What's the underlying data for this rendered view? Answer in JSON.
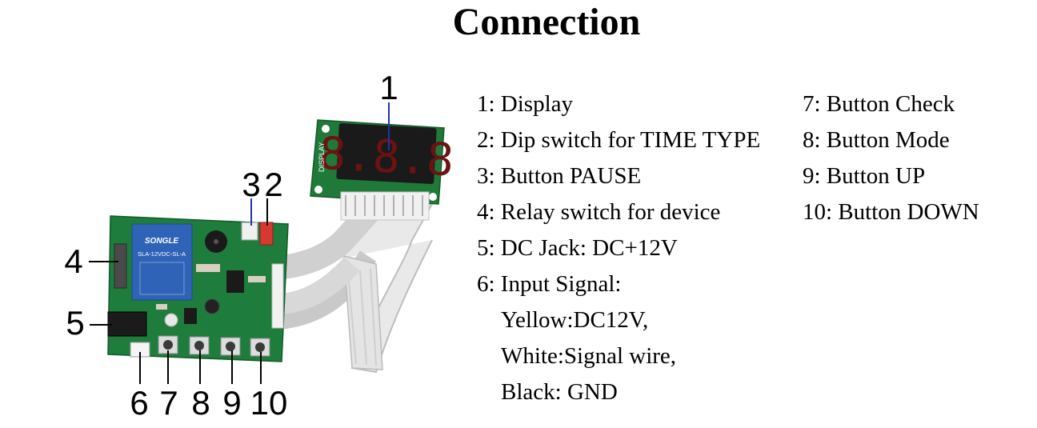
{
  "title": "Connection",
  "callouts": [
    "1",
    "2",
    "3",
    "4",
    "5",
    "6",
    "7",
    "8",
    "9",
    "10"
  ],
  "board_print": {
    "relay_brand": "SONGLE",
    "relay_model": "SLA-12VDC-SL-A",
    "display_label": "DISPLAY"
  },
  "legend": {
    "col1": [
      "1: Display",
      "2: Dip switch for TIME TYPE",
      "3: Button PAUSE",
      "4: Relay switch for device",
      "5: DC Jack: DC+12V",
      "6: Input Signal:"
    ],
    "signal_details": [
      "Yellow:DC12V,",
      "White:Signal wire,",
      "Black: GND"
    ],
    "col2": [
      "7: Button Check",
      "8: Button Mode",
      "9: Button UP",
      "10: Button DOWN"
    ]
  }
}
